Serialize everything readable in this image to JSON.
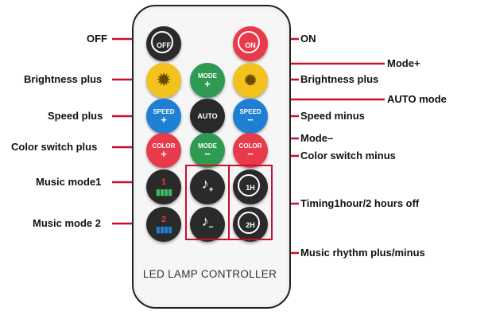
{
  "buttons": {
    "off": "OFF",
    "on": "ON",
    "mode": "MODE",
    "plus": "+",
    "minus": "−",
    "speed": "SPEED",
    "auto": "AUTO",
    "color": "COLOR",
    "music1": "1",
    "music2": "2",
    "timer1": "1",
    "timer2": "2",
    "timer_unit": "H",
    "note": "♪"
  },
  "colors": {
    "red": "#e83a4a",
    "green": "#2e9a52",
    "yellow": "#f4c21c",
    "blue": "#1f7fd2",
    "dark": "#2a2a2a",
    "callout": "#c8102e"
  },
  "labels": {
    "off": "OFF",
    "on": "ON",
    "mode_plus": "Mode+",
    "brightness_plus_left": "Brightness plus",
    "brightness_plus_right": "Brightness plus",
    "auto_mode": "AUTO mode",
    "speed_plus": "Speed plus",
    "speed_minus": "Speed minus",
    "mode_minus": "Mode–",
    "color_switch_plus": "Color switch plus",
    "color_switch_minus": "Color switch minus",
    "music_mode1": "Music mode1",
    "music_mode2": "Music mode 2",
    "timing": "Timing1hour/2 hours off",
    "music_rhythm": "Music rhythm plus/minus"
  },
  "footer": "LED LAMP CONTROLLER"
}
